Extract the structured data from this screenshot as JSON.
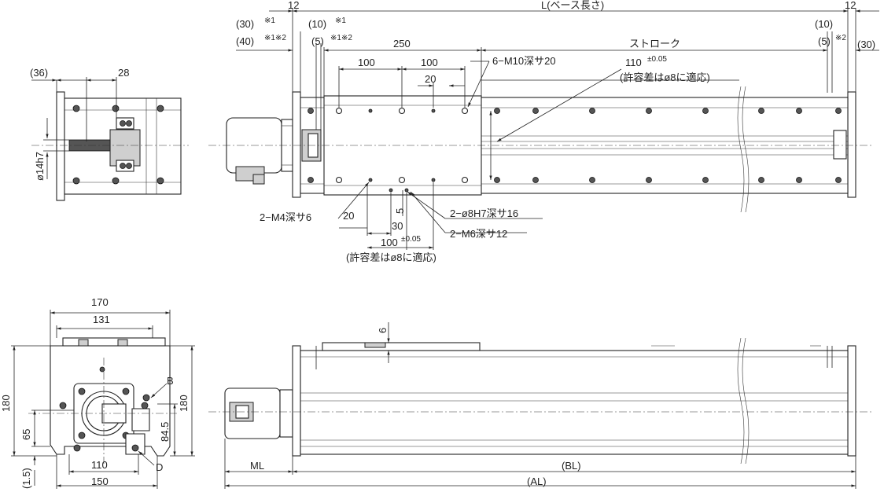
{
  "top_view": {
    "overall_length": "L(ベース長さ)",
    "end_left_12": "12",
    "end_right_12": "12",
    "left_30": "(30)",
    "left_30_note": "※1",
    "left_40": "(40)",
    "left_40_note": "※1※2",
    "left_10": "(10)",
    "left_10_note": "※1",
    "left_5": "(5)",
    "left_5_note": "※1※2",
    "right_10": "(10)",
    "right_5": "(5)",
    "right_5_note": "※2",
    "right_30": "(30)",
    "table_250": "250",
    "stroke": "ストローク",
    "pitch_100_a": "100",
    "pitch_100_b": "100",
    "pitch_20": "20",
    "tapped_m10": "6−M10深サ20",
    "spacing_110": "110",
    "tol_110": "±0.05",
    "tol_note_top": "(許容差はø8に適応)",
    "tapped_m4": "2−M4深サ6",
    "offset_20": "20",
    "offset_5": "5",
    "offset_30": "30",
    "spacing_100": "100",
    "tol_100": "±0.05",
    "tol_note_bottom": "(許容差はø8に適応)",
    "pin_hole": "2−ø8H7深サ16",
    "tapped_m6": "2−M6深サ12"
  },
  "end_view_top": {
    "offset_36": "(36)",
    "offset_28": "28",
    "shaft_dia": "ø14h7"
  },
  "section_view": {
    "width_170": "170",
    "width_131": "131",
    "height_180_left": "180",
    "height_180_right": "180",
    "height_65": "65",
    "height_84_5": "84.5",
    "offset_1_5": "(1.5)",
    "width_110": "110",
    "width_150": "150",
    "label_b": "B",
    "label_d": "D"
  },
  "side_view": {
    "depth_6": "6",
    "motor_length": "ML",
    "body_length": "(BL)",
    "overall_length": "(AL)"
  }
}
